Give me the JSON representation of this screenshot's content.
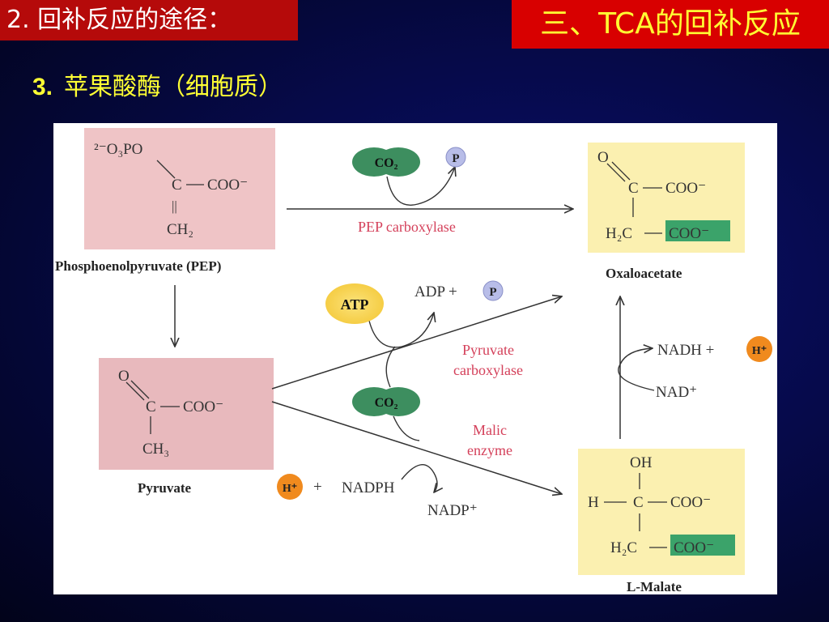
{
  "header": {
    "left_tag": "2. 回补反应的途径：",
    "right_tag": "三、TCA的回补反应"
  },
  "subtitle": {
    "number": "3.",
    "text": "苹果酸酶（细胞质）"
  },
  "colors": {
    "pink_box": "#efc4c6",
    "yellow_box": "#fbf0b0",
    "co2_green": "#3d8e5f",
    "highlight_green": "#3ba36a",
    "arrow_red_label": "#d4405a",
    "atp_fill": "#f2d34a",
    "h_fill": "#f08a1e",
    "p_fill": "#b8bde8"
  },
  "diagram": {
    "pep": {
      "label": "Phosphoenolpyruvate (PEP)",
      "group": "²⁻O₃PO",
      "carbon": "C",
      "coo": "COO⁻",
      "double_bond": "||",
      "ch2": "CH₂"
    },
    "pyruvate": {
      "label": "Pyruvate",
      "o": "O",
      "carbon": "C",
      "coo": "COO⁻",
      "ch3": "CH₃"
    },
    "oxaloacetate": {
      "label": "Oxaloacetate",
      "o": "O",
      "carbon": "C",
      "coo": "COO⁻",
      "h2c": "H₂C",
      "coo_highlight": "COO⁻"
    },
    "malate": {
      "label": "L-Malate",
      "oh": "OH",
      "h": "H",
      "carbon": "C",
      "coo": "COO⁻",
      "h2c": "H₂C",
      "coo_highlight": "COO⁻"
    },
    "badges": {
      "co2": "CO₂",
      "p": "P",
      "atp": "ATP",
      "h_plus": "H⁺"
    },
    "reactions": {
      "pep_carboxylase": "PEP carboxylase",
      "pyruvate_carboxylase_line1": "Pyruvate",
      "pyruvate_carboxylase_line2": "carboxylase",
      "malic_enzyme_line1": "Malic",
      "malic_enzyme_line2": "enzyme"
    },
    "cofactors": {
      "adp_plus": "ADP +",
      "plus": "+",
      "nadph": "NADPH",
      "nadp_plus": "NADP⁺",
      "nadh_plus": "NADH +",
      "nad_plus": "NAD⁺"
    }
  }
}
